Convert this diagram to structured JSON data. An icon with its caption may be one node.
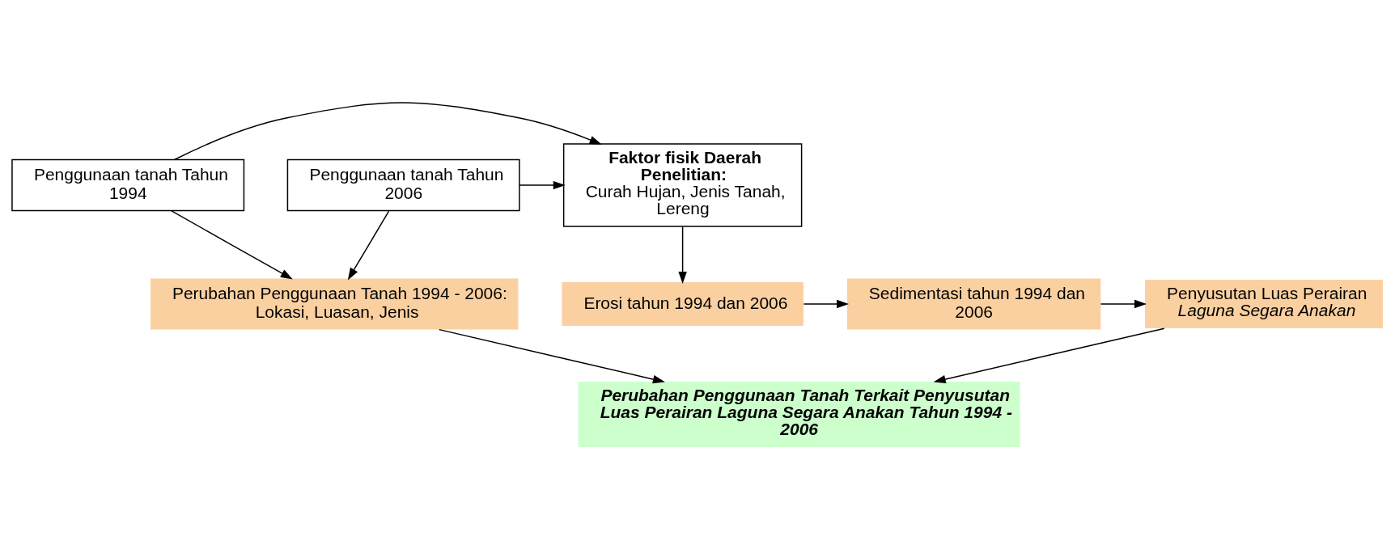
{
  "diagram": {
    "nodes": [
      {
        "text": [
          "Penggunaan tanah Tahun 1994"
        ]
      },
      {
        "text": [
          "Penggunaan tanah Tahun 2006"
        ]
      },
      {
        "text": [
          "Faktor fisik Daerah Penelitian:",
          "Curah Hujan, Jenis Tanah, Lereng"
        ]
      },
      {
        "text": [
          "Perubahan Penggunaan Tanah 1994 - 2006: Lokasi, Luasan, Jenis"
        ]
      },
      {
        "text": [
          "Erosi tahun 1994 dan 2006"
        ]
      },
      {
        "text": [
          "Sedimentasi tahun 1994 dan 2006"
        ]
      },
      {
        "text": [
          "Penyusutan Luas Perairan *Laguna Segara Anakan*"
        ]
      },
      {
        "text": [
          "Perubahan Penggunaan Tanah Terkait Penyusutan Luas Perairan Laguna Segara Anakan Tahun 1994 - 2006"
        ]
      }
    ],
    "edges": [
      {
        "from": 0,
        "to": 2,
        "arrow": "to"
      },
      {
        "from": 1,
        "to": 2,
        "arrow": "to"
      },
      {
        "from": 0,
        "to": 3,
        "arrow": "to"
      },
      {
        "from": 1,
        "to": 3,
        "arrow": "to"
      },
      {
        "from": 2,
        "to": 4,
        "arrow": "to"
      },
      {
        "from": 4,
        "to": 5,
        "arrow": "to"
      },
      {
        "from": 5,
        "to": 6,
        "arrow": "to"
      },
      {
        "from": 3,
        "to": 7,
        "arrow": "to"
      },
      {
        "from": 6,
        "to": 7,
        "arrow": "to"
      }
    ]
  }
}
